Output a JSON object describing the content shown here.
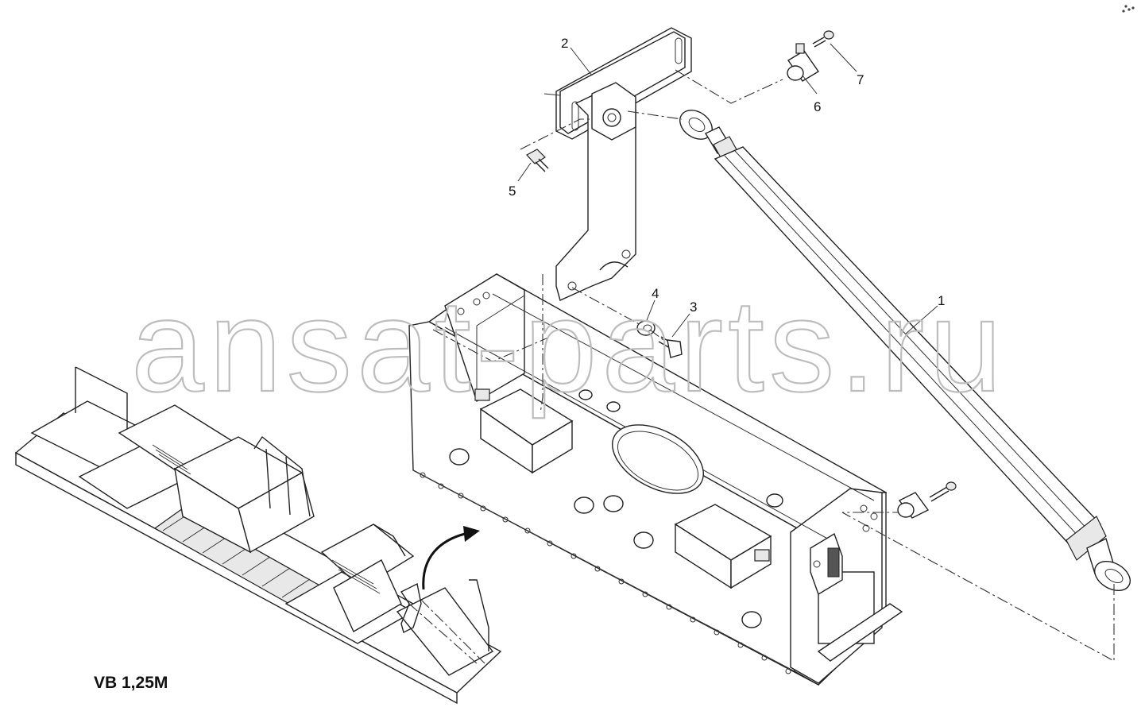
{
  "diagram": {
    "model_label": "VB 1,25M",
    "watermark": "ansat-parts.ru",
    "callouts": [
      {
        "id": "1",
        "label": "1"
      },
      {
        "id": "2",
        "label": "2"
      },
      {
        "id": "3",
        "label": "3"
      },
      {
        "id": "4",
        "label": "4"
      },
      {
        "id": "5",
        "label": "5"
      },
      {
        "id": "6",
        "label": "6"
      },
      {
        "id": "7",
        "label": "7"
      }
    ]
  }
}
